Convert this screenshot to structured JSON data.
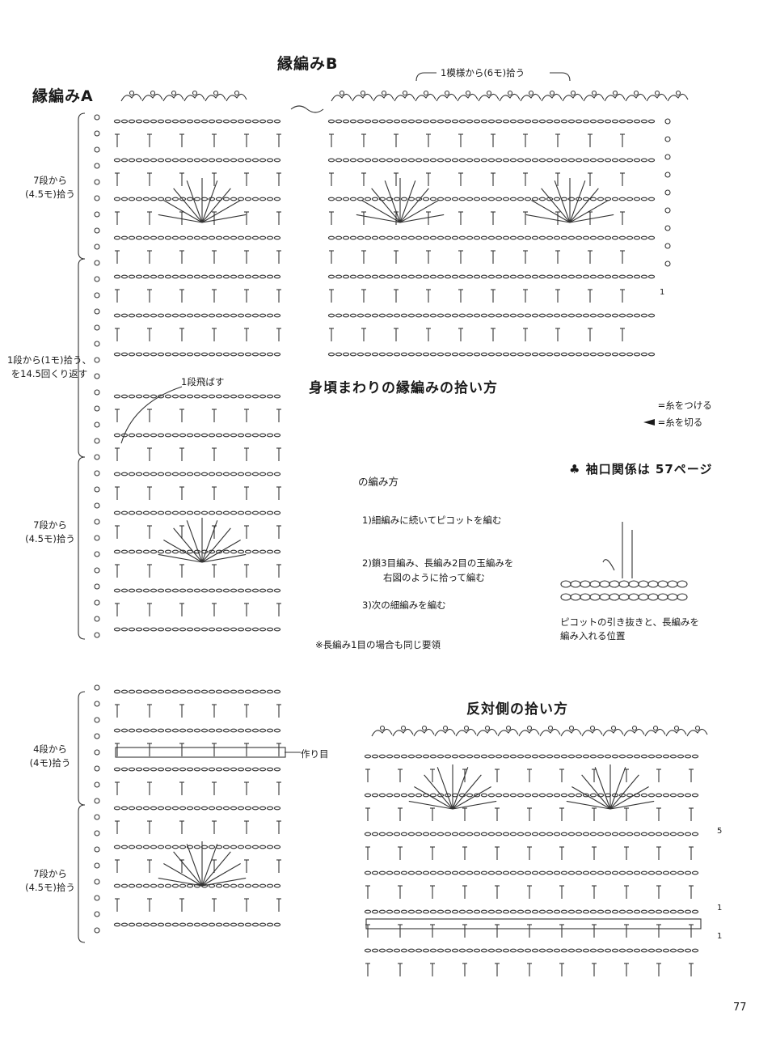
{
  "labels": {
    "edge_b": "縁編みB",
    "edge_a": "縁編みA",
    "repeat_pickup": "1模様から(6モ)拾う",
    "main_title": "身頃まわりの縁編みの拾い方",
    "skip_row": "1段飛ばす",
    "opposite_title": "反対側の拾い方",
    "foundation": "作り目",
    "sleeve_ref": "袖口関係は 57ページ",
    "page_number": "77"
  },
  "left_notes": [
    {
      "line1": "7段から",
      "line2": "(4.5モ)拾う"
    },
    {
      "line1": "1段から(1モ)拾う、",
      "line2": "を14.5回くり返す"
    },
    {
      "line1": "7段から",
      "line2": "(4.5モ)拾う"
    },
    {
      "line1": "4段から",
      "line2": "(4モ)拾う"
    },
    {
      "line1": "7段から",
      "line2": "(4.5モ)拾う"
    }
  ],
  "legend": {
    "attach": "=糸をつける",
    "cut": "=糸を切る"
  },
  "howto": {
    "title": "の編み方",
    "steps": [
      "1)細編みに続いてピコットを編む",
      "2)鎖3目編み、長編み2目の玉編みを",
      "右図のように拾って編む",
      "3)次の細編みを編む"
    ],
    "note": "※長編み1目の場合も同じ要領"
  },
  "picot_caption": {
    "line1": "ピコットの引き抜きと、長編みを",
    "line2": "編み入れる位置"
  },
  "row_markers": [
    "1",
    "5",
    "1",
    "1"
  ]
}
